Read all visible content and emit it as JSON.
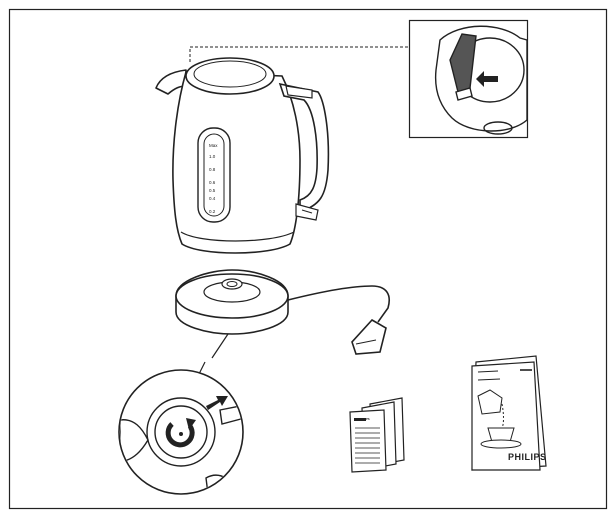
{
  "manual": {
    "brand": "PHILIPS",
    "leaflet_brand": "PHILIPS",
    "water_level_labels": [
      "Max",
      "1.0",
      "0.8",
      "0.6",
      "0.5",
      "0.4",
      "0.2"
    ]
  }
}
